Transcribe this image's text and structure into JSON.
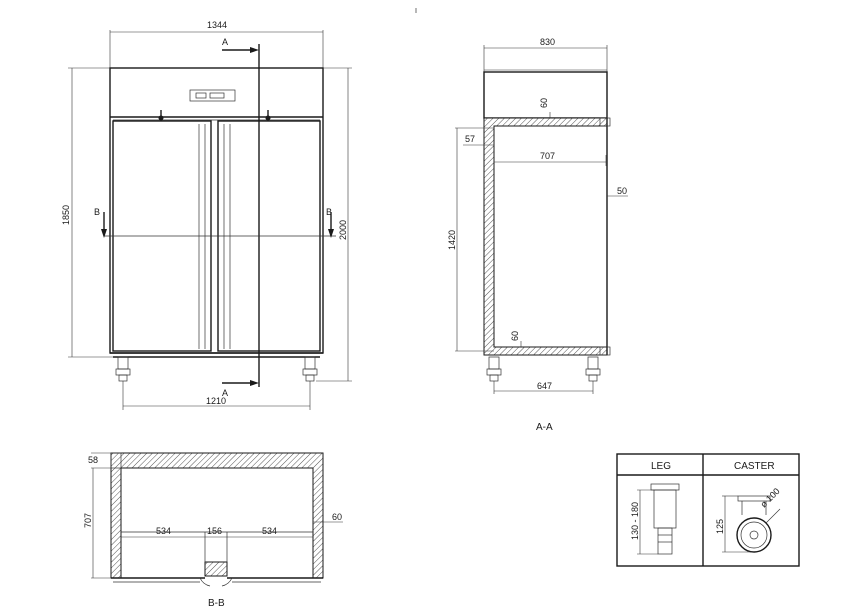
{
  "front": {
    "width": "1344",
    "height_left": "1850",
    "height_right": "2000",
    "bottom_width": "1210",
    "section_a_top": "A",
    "section_a_bottom": "A",
    "section_b_left": "B",
    "section_b_right": "B"
  },
  "side_section": {
    "depth": "830",
    "top_insulation": "60",
    "door_insulation": "57",
    "inner_depth": "707",
    "back_insulation": "50",
    "inner_height": "1420",
    "bottom_insulation": "60",
    "leg_spacing": "647",
    "caption": "A-A"
  },
  "plan_section": {
    "top_offset": "58",
    "depth": "707",
    "left_opening": "534",
    "mullion": "156",
    "right_opening": "534",
    "side_insulation": "60",
    "caption": "B-B"
  },
  "legend": {
    "leg_header": "LEG",
    "caster_header": "CASTER",
    "leg_height": "130 - 180",
    "caster_diameter": "ø 100",
    "caster_height": "125"
  }
}
